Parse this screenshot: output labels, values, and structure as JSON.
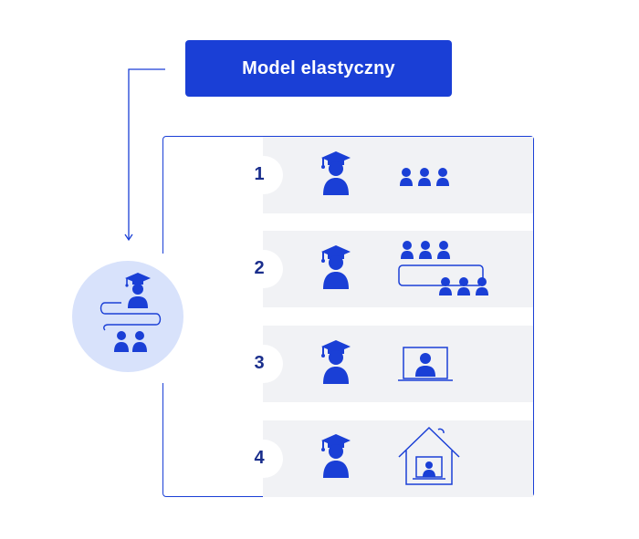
{
  "title": "Model elastyczny",
  "colors": {
    "accent": "#1a3fd6",
    "row_bg": "#f1f2f5",
    "circle_bg": "#d8e2fb"
  },
  "rows": [
    {
      "number": "1",
      "icons": [
        "teacher-icon",
        "group-of-three-students-icon"
      ]
    },
    {
      "number": "2",
      "icons": [
        "teacher-icon",
        "two-groups-split-icon"
      ]
    },
    {
      "number": "3",
      "icons": [
        "teacher-icon",
        "online-student-monitor-icon"
      ]
    },
    {
      "number": "4",
      "icons": [
        "teacher-icon",
        "home-remote-learning-icon"
      ]
    }
  ],
  "side_icon": "teacher-to-students-flow-icon"
}
